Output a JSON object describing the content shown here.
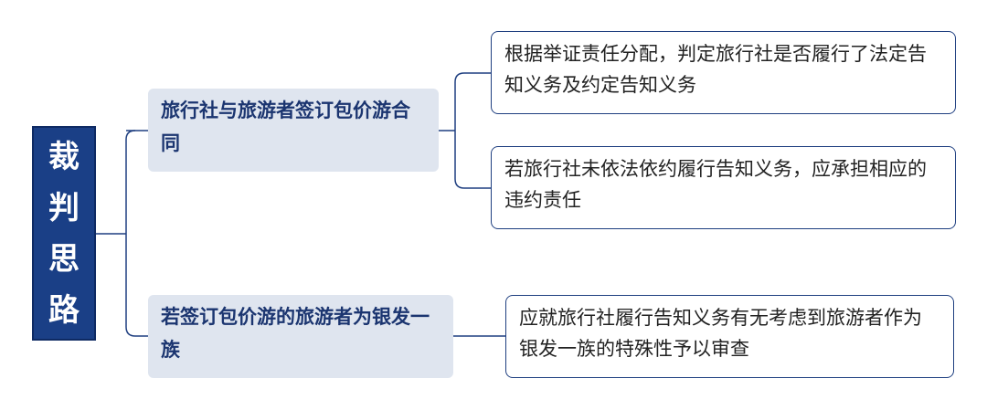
{
  "root": {
    "label": "裁判思路"
  },
  "branches": [
    {
      "label": "旅行社与旅游者签订包价游合同",
      "children": [
        "根据举证责任分配，判定旅行社是否履行了法定告知义务及约定告知义务",
        "若旅行社未依法依约履行告知义务，应承担相应的违约责任"
      ]
    },
    {
      "label": "若签订包价游的旅游者为银发一族",
      "children": [
        "应就旅行社履行告知义务有无考虑到旅游者作为银发一族的特殊性予以审查"
      ]
    }
  ],
  "colors": {
    "root_bg": "#1a3f86",
    "branch_bg": "#dfe5ef",
    "border": "#1f3f80"
  }
}
